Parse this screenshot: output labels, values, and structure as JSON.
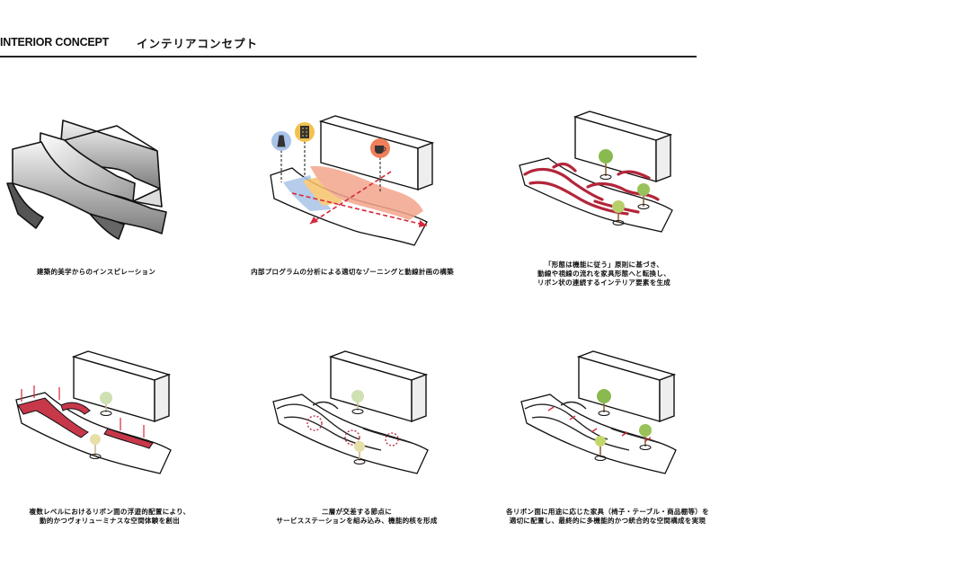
{
  "header": {
    "title_en": "INTERIOR CONCEPT",
    "title_jp": "インテリアコンセプト"
  },
  "panels": [
    {
      "caption": "建築的美学からのインスピレーション"
    },
    {
      "caption": "内部プログラムの分析による適切なゾーニングと動線計画の構築",
      "icons": [
        {
          "name": "tower-icon",
          "color": "#a9c4e8"
        },
        {
          "name": "building-icon",
          "color": "#f2c14e"
        },
        {
          "name": "coffee-icon",
          "color": "#ef7f5a"
        }
      ]
    },
    {
      "caption": "「形態は機能に従う」原則に基づき、\n動線や視線の流れを家具形態へと転換し、\nリボン状の連続するインテリア要素を生成"
    },
    {
      "caption": "複数レベルにおけるリボン面の浮遊的配置により、\n動的かつヴォリューミナスな空間体験を創出"
    },
    {
      "caption": "二層が交差する節点に\nサービスステーションを組み込み、機能的核を形成"
    },
    {
      "caption": "各リボン面に用途に応じた家具（椅子・テーブル・商品棚等）を\n適切に配置し、最終的に多機能的かつ統合的な空間構成を実現"
    }
  ],
  "colors": {
    "ribbon": "#b3263a",
    "zone_blue": "#a9c4e8",
    "zone_yellow": "#f6c46a",
    "zone_salmon": "#f3a58c",
    "arrow": "#d6283a",
    "tree_green": "#8ab94f",
    "tree_fade": "#cfe0b3"
  }
}
